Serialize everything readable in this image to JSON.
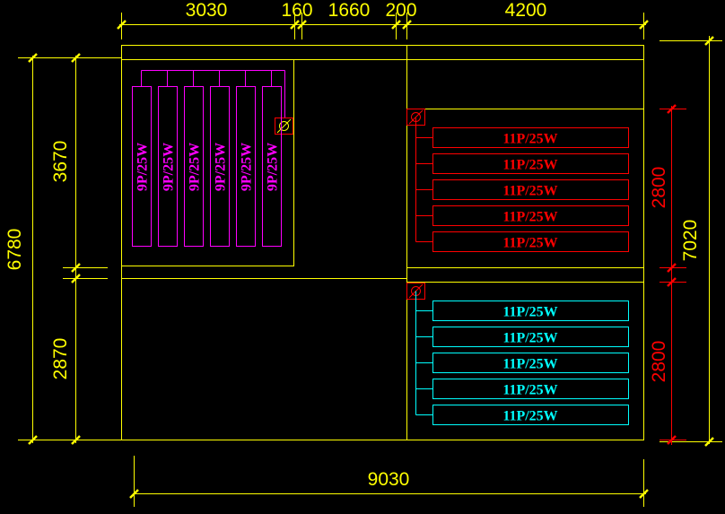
{
  "colors": {
    "background": "#000000",
    "outline": "#ffff00",
    "dimension": "#ffff00",
    "group_a": "#ff00ff",
    "group_b": "#ff0000",
    "group_c": "#00ffff"
  },
  "dimensions": {
    "top": [
      "3030",
      "160",
      "1660",
      "200",
      "4200"
    ],
    "bottom": "9030",
    "left_outer": "6780",
    "left_inner": [
      "3670",
      "2870"
    ],
    "right_inner": [
      "2800",
      "2800"
    ],
    "right_outer": "7020"
  },
  "groups": {
    "a": {
      "icon": "distribution-box-icon",
      "units": [
        "9P/25W",
        "9P/25W",
        "9P/25W",
        "9P/25W",
        "9P/25W",
        "9P/25W"
      ]
    },
    "b": {
      "icon": "distribution-box-icon",
      "units": [
        "11P/25W",
        "11P/25W",
        "11P/25W",
        "11P/25W",
        "11P/25W"
      ]
    },
    "c": {
      "icon": "distribution-box-icon",
      "units": [
        "11P/25W",
        "11P/25W",
        "11P/25W",
        "11P/25W",
        "11P/25W"
      ]
    }
  }
}
